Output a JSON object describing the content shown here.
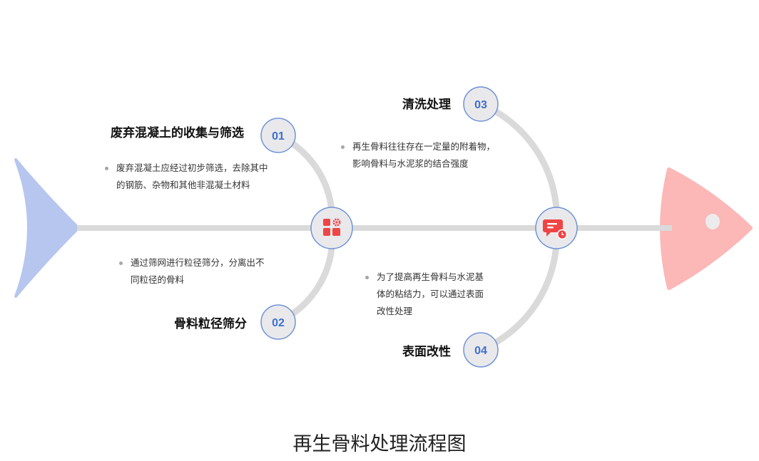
{
  "diagram": {
    "title": "再生骨料处理流程图",
    "colors": {
      "tail": "#b6c6ee",
      "head": "#fcb7b7",
      "bone": "#dadada",
      "node_fill": "#e9e9ec",
      "node_stroke": "#6f93d8",
      "number": "#3f6fd1",
      "icon": "#ef4545"
    },
    "icons": [
      "apps-gear-icon",
      "chat-clock-icon"
    ],
    "steps": [
      {
        "number": "01",
        "heading": "废弃混凝土的收集与筛选",
        "lines": [
          "废弃混凝土应经过初步筛选，去除其中",
          "的钢筋、杂物和其他非混凝土材料"
        ]
      },
      {
        "number": "02",
        "heading": "骨料粒径筛分",
        "lines": [
          "通过筛网进行粒径筛分，分离出不",
          "同粒径的骨料"
        ]
      },
      {
        "number": "03",
        "heading": "清洗处理",
        "lines": [
          "再生骨料往往存在一定量的附着物，",
          "影响骨料与水泥浆的结合强度"
        ]
      },
      {
        "number": "04",
        "heading": "表面改性",
        "lines": [
          "为了提高再生骨料与水泥基",
          "体的粘结力，可以通过表面",
          "改性处理"
        ]
      }
    ]
  }
}
